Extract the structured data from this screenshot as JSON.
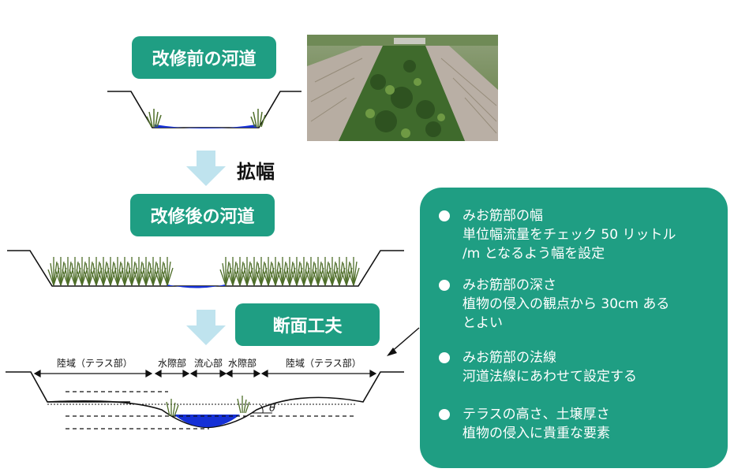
{
  "before": {
    "title": "改修前の河道"
  },
  "widen": {
    "label": "拡幅"
  },
  "after": {
    "title": "改修後の河道"
  },
  "section": {
    "title": "断面工夫",
    "theta": "θ"
  },
  "zones": {
    "land_left": "陸域（テラス部）",
    "water_edge_left": "水際部",
    "flow_center": "流心部",
    "water_edge_right": "水際部",
    "land_right": "陸域（テラス部）"
  },
  "info": {
    "items": [
      {
        "title": "みお筋部の幅",
        "lines": [
          "単位幅流量をチェック 50 リットル",
          "/m となるよう幅を設定"
        ]
      },
      {
        "title": "みお筋部の深さ",
        "lines": [
          "植物の侵入の観点から 30cm ある",
          "とよい"
        ]
      },
      {
        "title": "みお筋部の法線",
        "lines": [
          "河道法線にあわせて設定する"
        ]
      },
      {
        "title": "テラスの高さ、土壌厚さ",
        "lines": [
          "植物の侵入に貴重な要素"
        ]
      }
    ]
  },
  "colors": {
    "accent": "#1f9e83",
    "water": "#1530d6",
    "arrow": "#bfe3ee",
    "grass": "#4f6e2a"
  }
}
